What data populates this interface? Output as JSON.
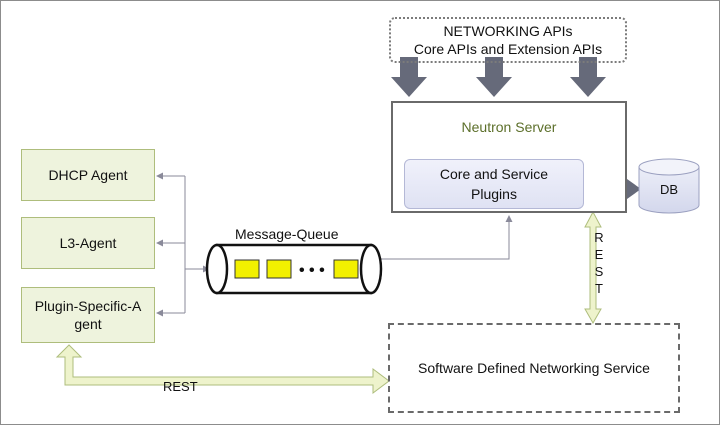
{
  "apis": {
    "line1": "NETWORKING APIs",
    "line2": "Core APIs and Extension APIs"
  },
  "neutron_server": {
    "title": "Neutron Server"
  },
  "plugins": {
    "line1": "Core and Service",
    "line2": "Plugins"
  },
  "db": {
    "label": "DB"
  },
  "agents": [
    {
      "label": "DHCP Agent"
    },
    {
      "label": "L3-Agent"
    },
    {
      "label_line1": "Plugin-Specific-A",
      "label_line2": "gent"
    }
  ],
  "message_queue": {
    "label": "Message-Queue",
    "dots": "• • •"
  },
  "rest_vertical": [
    "R",
    "E",
    "S",
    "T"
  ],
  "rest_horizontal": "REST",
  "sdn": {
    "label": "Software Defined Networking Service"
  },
  "colors": {
    "agent_fill": "#eef3dd",
    "plugin_fill": "#dfe2f3",
    "api_arrow": "#666a7a",
    "message_yellow": "#f2f000",
    "rest_arrow_fill": "#eef3cc",
    "server_title": "#5c6f2a"
  }
}
